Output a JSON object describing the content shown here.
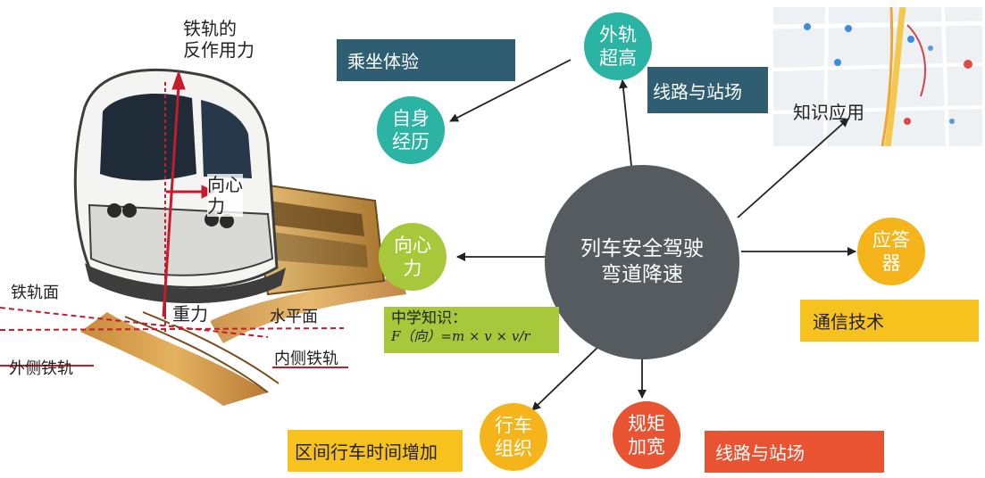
{
  "colors": {
    "center": "#555b5e",
    "teal": "#2bb3a3",
    "green": "#a8c83c",
    "orange": "#f5b41a",
    "red": "#ea5331",
    "dark_slate": "#2f5e72",
    "yellow": "#f7c21d",
    "arrow": "#222222"
  },
  "center": {
    "text": "列车安全驾驶\n弯道降速"
  },
  "nodes": {
    "outer_rail": "外轨\n超高",
    "experience": "自身\n经历",
    "centripetal": "向心\n力",
    "answer_device": "应答\n器",
    "train_organize": "行车\n组织",
    "gauge_widen": "规矩\n加宽"
  },
  "tags": {
    "ride": "乘坐体验",
    "line_station_top": "线路与站场",
    "knowledge_apply": "知识应用",
    "middle_school": "中学知识：",
    "formula": "F（向）=m × v × v/r",
    "communication": "通信技术",
    "interval_time": "区间行车时间增加",
    "line_station_bottom": "线路与站场"
  },
  "figure_labels": {
    "reaction_force": "铁轨的\n反作用力",
    "centripetal_force": "向心\n力",
    "gravity": "重力",
    "rail_surface": "铁轨面",
    "horizontal": "水平面",
    "outer_rail": "外侧铁轨",
    "inner_rail": "内侧铁轨"
  },
  "map_icons": [
    "map-pin-icon",
    "map-pin-icon",
    "map-pin-icon",
    "map-pin-icon",
    "map-pin-icon",
    "map-pin-icon"
  ]
}
